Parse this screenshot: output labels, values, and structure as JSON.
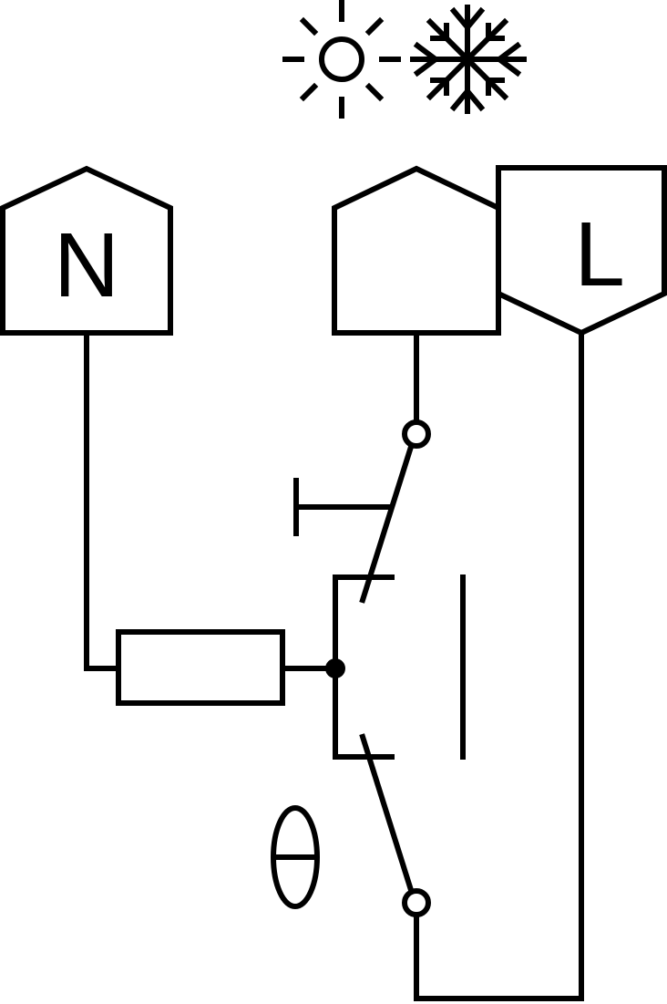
{
  "diagram": {
    "terminals": {
      "neutral": "N",
      "live": "L"
    },
    "symbols": {
      "heat": "sun-icon",
      "cool": "snowflake-icon",
      "temperature": "θ"
    },
    "colors": {
      "stroke": "#000000",
      "background": "#ffffff"
    }
  }
}
